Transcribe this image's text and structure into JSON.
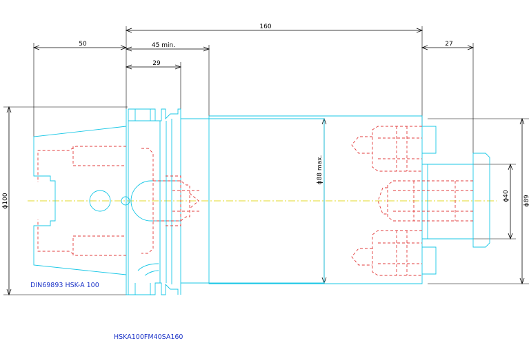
{
  "dimensions": {
    "overall_length": "160",
    "taper_length": "50",
    "min_length": "45 min.",
    "flange_length": "29",
    "face_length": "27",
    "dia_taper": "ϕ100",
    "dia_body": "ϕ88 max.",
    "dia_pilot": "ϕ40",
    "dia_face": "ϕ89"
  },
  "labels": {
    "standard": "DIN69893 HSK-A 100",
    "part_number": "HSKA100FM40SA160"
  },
  "colors": {
    "outline": "#18c7e6",
    "hidden": "#e23b3b",
    "centerline": "#e3d92a",
    "dimension": "#000000",
    "text_label": "#1b33c8"
  }
}
